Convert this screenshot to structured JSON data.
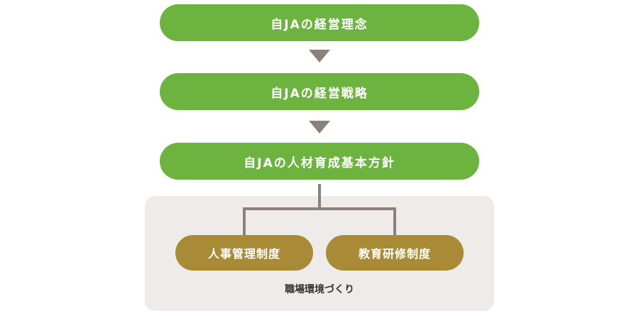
{
  "boxes": {
    "philosophy": "自JAの経営理念",
    "strategy": "自JAの経営戦略",
    "hr_policy": "自JAの人材育成基本方針"
  },
  "sub_boxes": {
    "personnel": "人事管理制度",
    "training": "教育研修制度"
  },
  "caption": "職場環境づくり",
  "colors": {
    "green": "#6db33f",
    "gold": "#a88a37",
    "connector": "#8a817c",
    "panel": "#efebe8"
  }
}
